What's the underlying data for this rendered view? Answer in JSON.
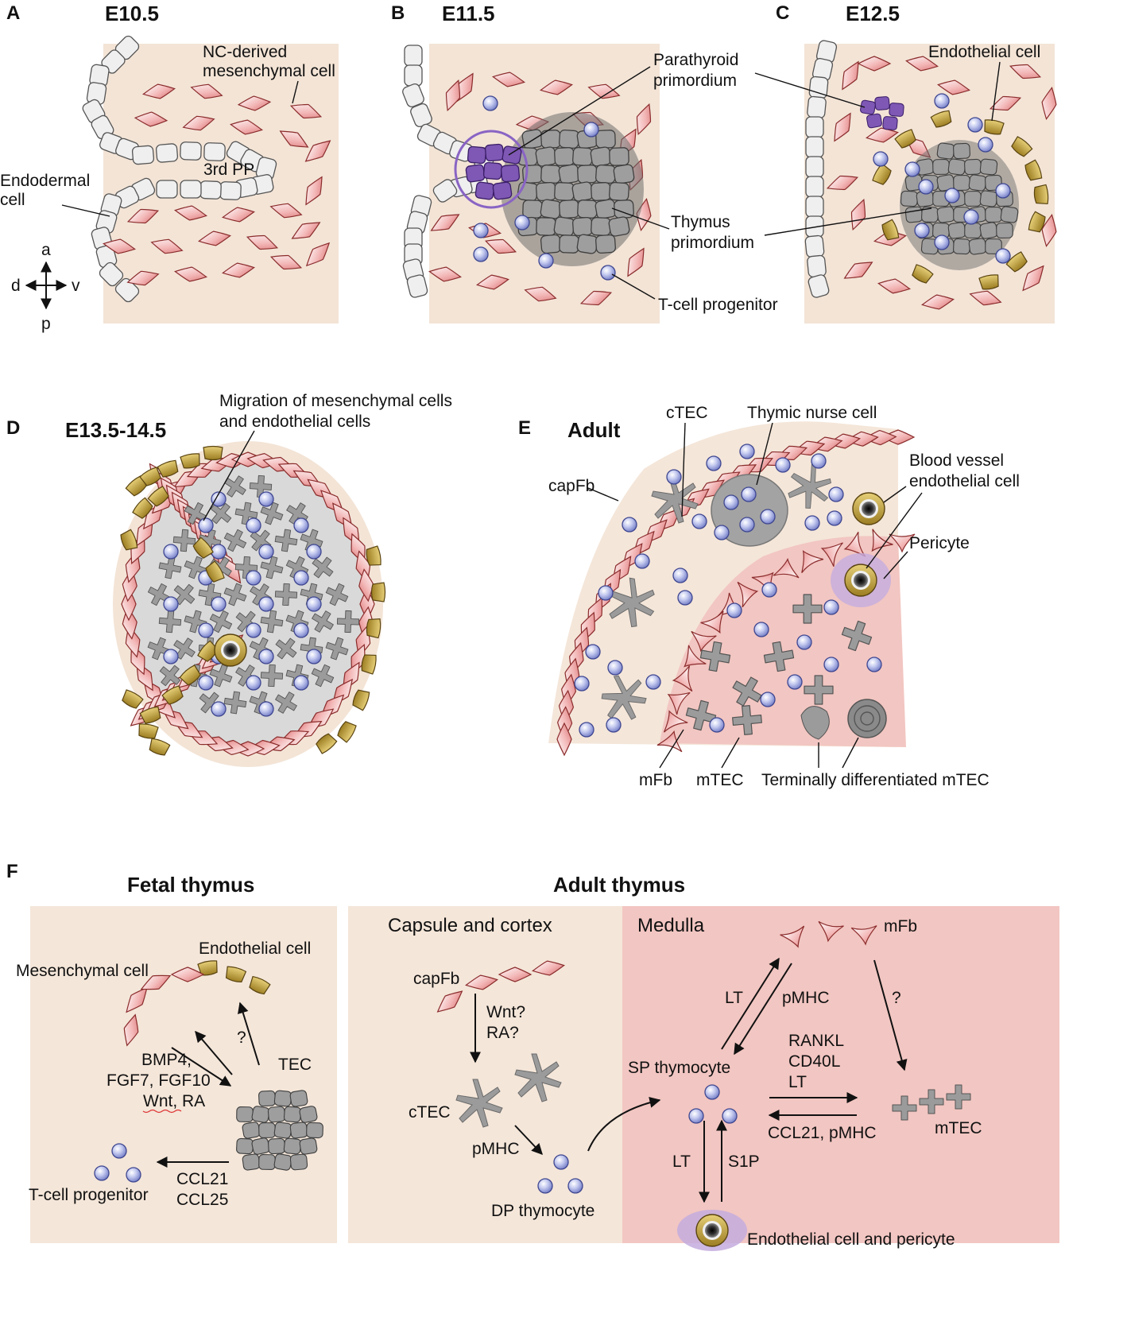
{
  "panels": {
    "A": {
      "letter": "A",
      "stage": "E10.5",
      "labels": {
        "nc_mes": [
          "NC-derived",
          "mesenchymal cell"
        ],
        "endo": [
          "Endodermal",
          "cell"
        ],
        "pp": "3rd PP"
      },
      "axes": {
        "a": "a",
        "p": "p",
        "d": "d",
        "v": "v"
      }
    },
    "B": {
      "letter": "B",
      "stage": "E11.5",
      "labels": {
        "para": [
          "Parathyroid",
          "primordium"
        ],
        "thy": [
          "Thymus",
          "primordium"
        ],
        "tcp": "T-cell progenitor"
      }
    },
    "C": {
      "letter": "C",
      "stage": "E12.5",
      "labels": {
        "endo": "Endothelial cell"
      }
    },
    "D": {
      "letter": "D",
      "stage": "E13.5-14.5",
      "labels": {
        "mig": [
          "Migration of mesenchymal cells",
          "and endothelial cells"
        ]
      }
    },
    "E": {
      "letter": "E",
      "stage": "Adult",
      "labels": {
        "ctec": "cTEC",
        "nurse": "Thymic nurse cell",
        "capfb": "capFb",
        "bv": [
          "Blood vessel",
          "endothelial cell"
        ],
        "peri": "Pericyte",
        "mfb": "mFb",
        "mtec": "mTEC",
        "term": "Terminally differentiated mTEC"
      }
    },
    "F": {
      "letter": "F",
      "fetal": {
        "title": "Fetal thymus",
        "endo": "Endothelial cell",
        "mes": "Mesenchymal cell",
        "factors": [
          "BMP4,",
          "FGF7, FGF10",
          "Wnt, RA"
        ],
        "q": "?",
        "tec": "TEC",
        "ccl": [
          "CCL21",
          "CCL25"
        ],
        "tcp": "T-cell progenitor"
      },
      "adult": {
        "title": "Adult thymus",
        "cortex": "Capsule and cortex",
        "medulla": "Medulla",
        "capfb": "capFb",
        "wnt": [
          "Wnt?",
          "RA?"
        ],
        "ctec": "cTEC",
        "pmhc": "pMHC",
        "dp": "DP thymocyte",
        "sp": "SP thymocyte",
        "mfb": "mFb",
        "lt": "LT",
        "pmhc2": "pMHC",
        "q": "?",
        "rankl": [
          "RANKL",
          "CD40L",
          "LT"
        ],
        "ccl": "CCL21, pMHC",
        "mtec": "mTEC",
        "lt2": "LT",
        "s1p": "S1P",
        "endo": "Endothelial cell and pericyte"
      }
    }
  },
  "colors": {
    "bg_peach": "#f3e4d6",
    "bg_pink": "#f3c9c5",
    "mesenchymal": "#e88e8e",
    "endothelial": "#a88a35",
    "tcell": "#a9b2e3",
    "tec": "#9c9c9c",
    "parathyroid": "#7b55b0",
    "endoderm": "#eeeeee"
  }
}
